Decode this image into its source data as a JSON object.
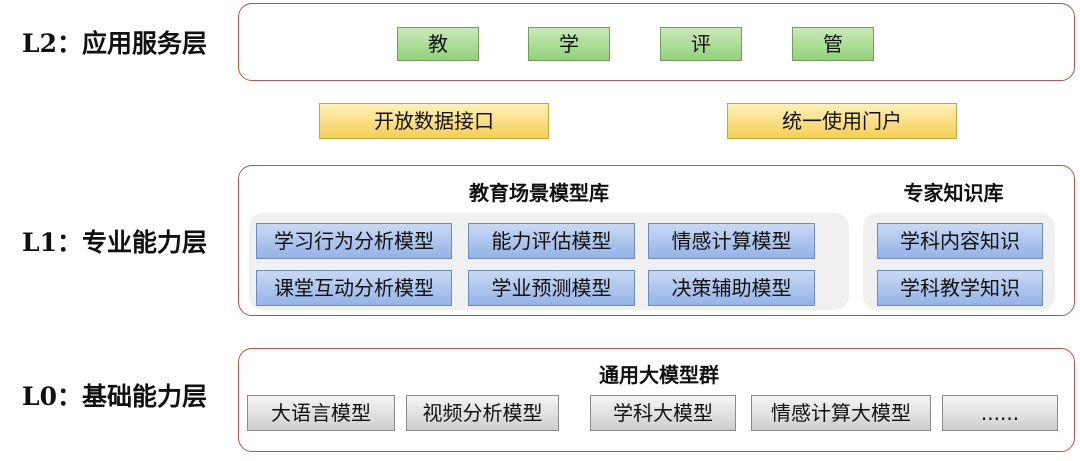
{
  "layers": {
    "l2": {
      "label": "L2：应用服务层",
      "items": [
        "教",
        "学",
        "评",
        "管"
      ]
    },
    "connectors": {
      "open_api": "开放数据接口",
      "portal": "统一使用门户"
    },
    "l1": {
      "label": "L1：专业能力层",
      "scenario_title": "教育场景模型库",
      "knowledge_title": "专家知识库",
      "models": [
        "学习行为分析模型",
        "能力评估模型",
        "情感计算模型",
        "课堂互动分析模型",
        "学业预测模型",
        "决策辅助模型"
      ],
      "knowledge": [
        "学科内容知识",
        "学科教学知识"
      ]
    },
    "l0": {
      "label": "L0：基础能力层",
      "title": "通用大模型群",
      "models": [
        "大语言模型",
        "视频分析模型",
        "学科大模型",
        "情感计算大模型",
        "......"
      ]
    }
  },
  "colors": {
    "border": "#c0504d",
    "app_item": "#a9dd94",
    "connector": "#fbe08a",
    "model_item": "#a9c3ec",
    "base_item": "#dedede"
  }
}
